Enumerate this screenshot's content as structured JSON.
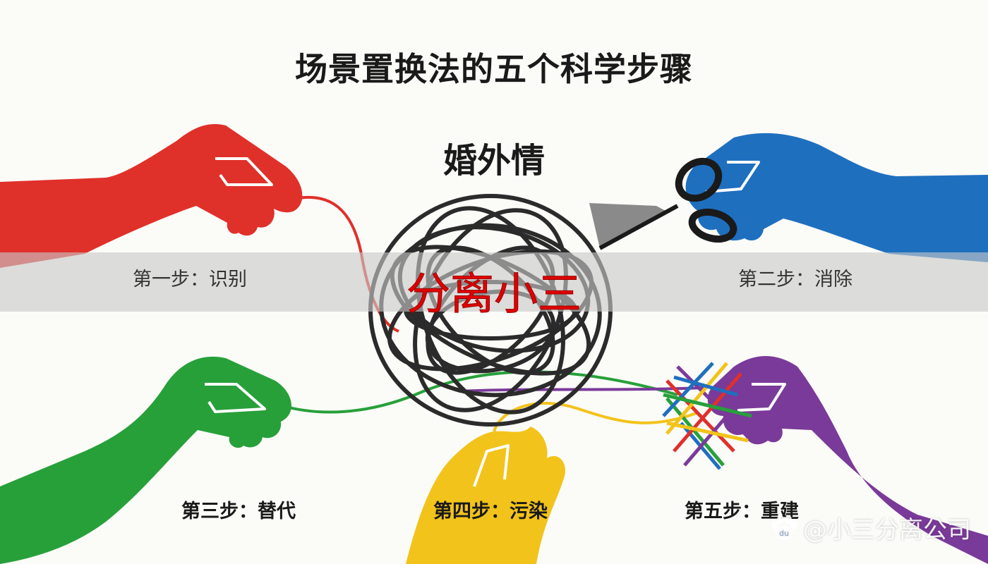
{
  "title": "场景置换法的五个科学步骤",
  "center_label": "婚外情",
  "overlay_text": "分离小三",
  "steps": [
    {
      "label": "第一步：识别",
      "color": "#e0302a"
    },
    {
      "label": "第二步：消除",
      "color": "#1f6fbf"
    },
    {
      "label": "第三步：替代",
      "color": "#27a03a"
    },
    {
      "label": "第四步：污染",
      "color": "#f2c31a"
    },
    {
      "label": "第五步：重建",
      "color": "#7a3a99"
    }
  ],
  "watermark": {
    "text": "@小三分离公司",
    "logo_text": "du"
  },
  "colors": {
    "yarn": "#2b2b2b",
    "background": "#fbfbf8",
    "band": "#c8c8c8",
    "overlay_red": "#e00000"
  },
  "icons": [
    "scissors-icon",
    "yarn-ball-icon",
    "paw-logo-icon"
  ]
}
